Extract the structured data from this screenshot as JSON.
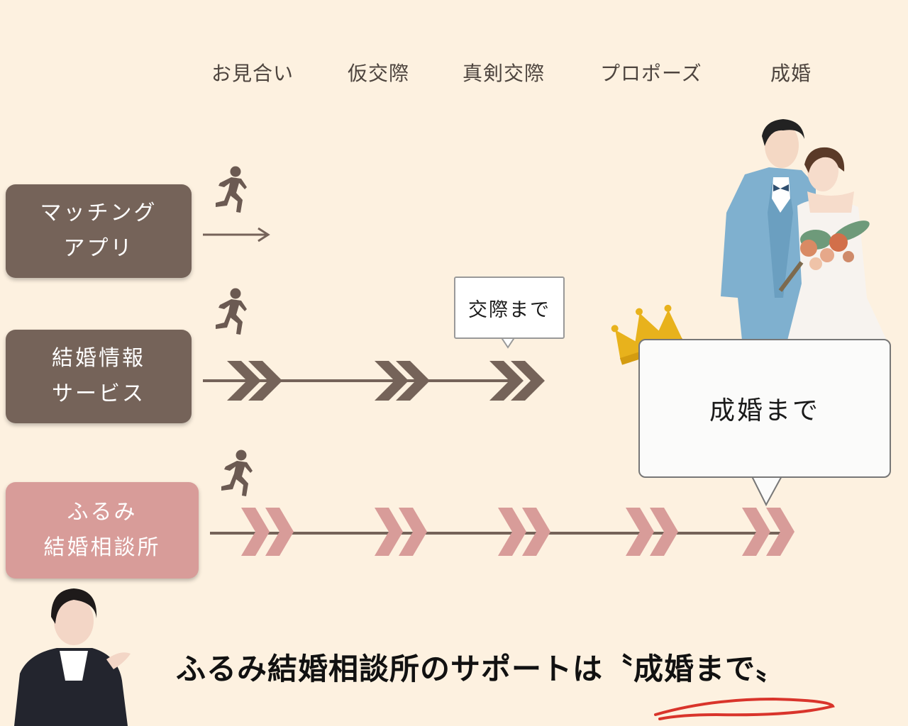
{
  "stages": [
    "お見合い",
    "仮交際",
    "真剣交際",
    "プロポーズ",
    "成婚"
  ],
  "rows": [
    {
      "line1": "マッチング",
      "line2": "アプリ"
    },
    {
      "line1": "結婚情報",
      "line2": "サービス"
    },
    {
      "line1": "ふるみ",
      "line2": "結婚相談所"
    }
  ],
  "bubbles": {
    "small": "交際まで",
    "big": "成婚まで"
  },
  "footer": "ふるみ結婚相談所のサポートは〝成婚まで〟",
  "colors": {
    "background": "#fdf1e0",
    "brown": "#756359",
    "pink": "#d89c99",
    "accent_red": "#d9342b",
    "crown": "#e8b21c"
  },
  "icons": [
    "running-person-icon",
    "crown-icon",
    "wedding-couple-illustration",
    "advisor-portrait"
  ]
}
